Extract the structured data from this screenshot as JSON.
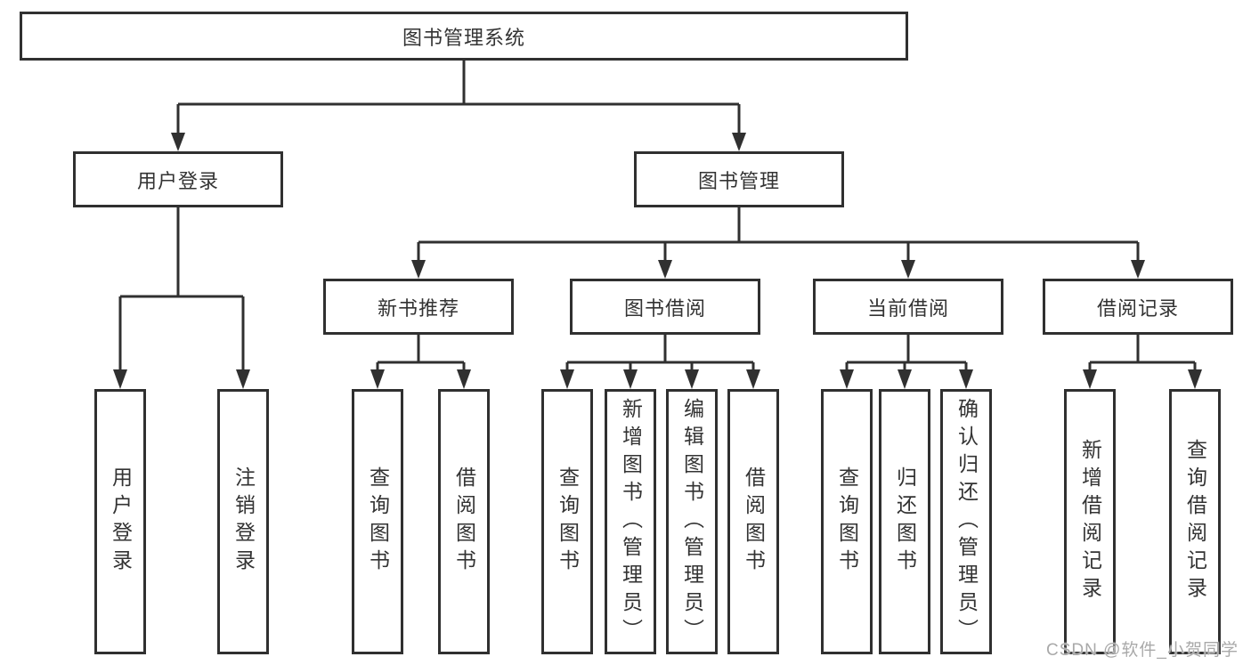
{
  "colors": {
    "line": "#303030",
    "border": "#303030",
    "text": "#333333",
    "background": "#ffffff",
    "watermark": "#a9a9a9"
  },
  "watermark": {
    "text": "CSDN @软件_小贺同学"
  },
  "tree": {
    "label": "图书管理系统",
    "children": [
      {
        "label": "用户登录",
        "children": [
          {
            "label": "用户登录"
          },
          {
            "label": "注销登录"
          }
        ]
      },
      {
        "label": "图书管理",
        "children": [
          {
            "label": "新书推荐",
            "children": [
              {
                "label": "查询图书"
              },
              {
                "label": "借阅图书"
              }
            ]
          },
          {
            "label": "图书借阅",
            "children": [
              {
                "label": "查询图书"
              },
              {
                "label": "新增图书（管理员）"
              },
              {
                "label": "编辑图书（管理员）"
              },
              {
                "label": "借阅图书"
              }
            ]
          },
          {
            "label": "当前借阅",
            "children": [
              {
                "label": "查询图书"
              },
              {
                "label": "归还图书"
              },
              {
                "label": "确认归还（管理员）"
              }
            ]
          },
          {
            "label": "借阅记录",
            "children": [
              {
                "label": "新增借阅记录"
              },
              {
                "label": "查询借阅记录"
              }
            ]
          }
        ]
      }
    ]
  }
}
